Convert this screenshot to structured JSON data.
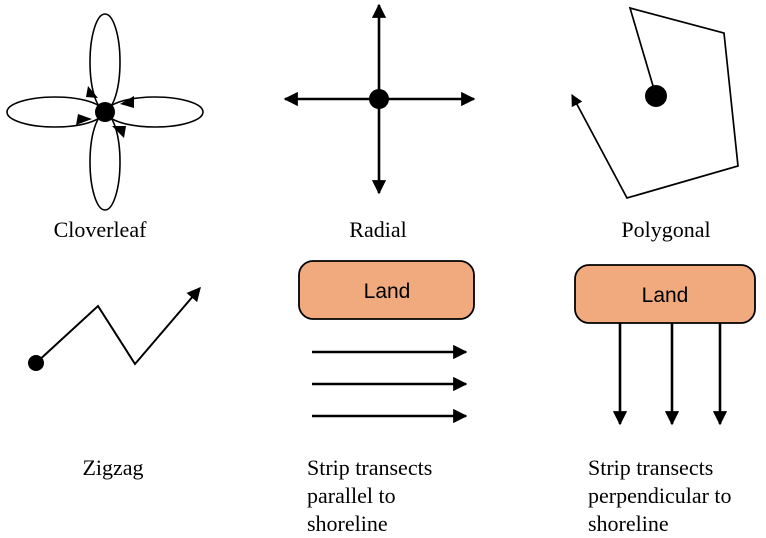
{
  "patterns": [
    {
      "id": "cloverleaf",
      "caption": [
        "Cloverleaf"
      ]
    },
    {
      "id": "radial",
      "caption": [
        "Radial"
      ]
    },
    {
      "id": "polygonal",
      "caption": [
        "Polygonal"
      ]
    },
    {
      "id": "zigzag",
      "caption": [
        "Zigzag"
      ]
    },
    {
      "id": "strip-parallel",
      "caption": [
        "Strip transects",
        "parallel to",
        "shoreline"
      ],
      "land_label": "Land"
    },
    {
      "id": "strip-perpendicular",
      "caption": [
        "Strip transects",
        "perpendicular to",
        "shoreline"
      ],
      "land_label": "Land"
    }
  ],
  "colors": {
    "land_fill": "#f0aa7e",
    "stroke": "#000000",
    "background": "#ffffff"
  }
}
